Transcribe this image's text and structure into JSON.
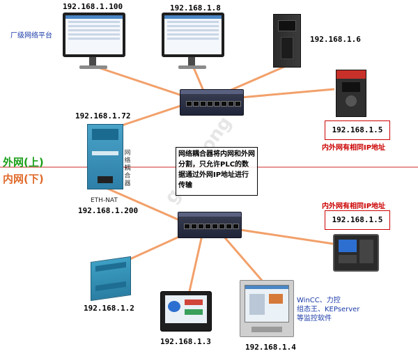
{
  "labels": {
    "platform": "厂级网络平台",
    "zone_outer": "外网(上)",
    "zone_inner": "内网(下)",
    "coupler_vertical": "网络耦合器",
    "eth_nat": "ETH-NAT",
    "note": "网络耦合器将内网和外网分割，只允许PLC的数据通过外网IP地址进行传输",
    "same_ip_upper": "内外网有相同IP地址",
    "same_ip_lower": "内外网有相同IP地址",
    "wincc": [
      "WinCC、力控",
      "组态王、KEPserver",
      "等监控软件"
    ],
    "watermark": "gongkong"
  },
  "ips": {
    "pc100": "192.168.1.100",
    "pc8": "192.168.1.8",
    "servo6": "192.168.1.6",
    "coupler72": "192.168.1.72",
    "vfd5": "192.168.1.5",
    "coupler200": "192.168.1.200",
    "hmi5": "192.168.1.5",
    "plc2": "192.168.1.2",
    "hmi3": "192.168.1.3",
    "pc4": "192.168.1.4"
  },
  "colors": {
    "wire": "#f2a06a",
    "divider": "#cc2a2a",
    "outer_zone": "#1aa01a",
    "inner_zone": "#e06a2a",
    "accent_red": "#cc0000"
  }
}
